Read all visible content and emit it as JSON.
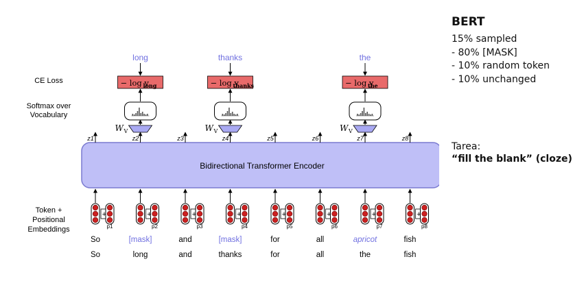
{
  "diagram": {
    "encoder_label": "Bidirectional Transformer Encoder",
    "row_labels": {
      "ce_loss": "CE Loss",
      "softmax": [
        "Softmax over",
        "Vocabulary"
      ],
      "embeddings": [
        "Token +",
        "Positional",
        "Embeddings"
      ]
    },
    "weight_label": "W",
    "weight_subscript": "V",
    "loss_prefix": "− log y",
    "columns": [
      {
        "z": "z1",
        "pos": "p1",
        "input": "So",
        "target": "So",
        "masked": false,
        "italic": false,
        "output": "",
        "loss_sub": ""
      },
      {
        "z": "z2",
        "pos": "p2",
        "input": "[mask]",
        "target": "long",
        "masked": true,
        "italic": false,
        "output": "long",
        "loss_sub": "long"
      },
      {
        "z": "z3",
        "pos": "p3",
        "input": "and",
        "target": "and",
        "masked": false,
        "italic": false,
        "output": "",
        "loss_sub": ""
      },
      {
        "z": "z4",
        "pos": "p4",
        "input": "[mask]",
        "target": "thanks",
        "masked": true,
        "italic": false,
        "output": "thanks",
        "loss_sub": "thanks"
      },
      {
        "z": "z5",
        "pos": "p5",
        "input": "for",
        "target": "for",
        "masked": false,
        "italic": false,
        "output": "",
        "loss_sub": ""
      },
      {
        "z": "z6",
        "pos": "p6",
        "input": "all",
        "target": "all",
        "masked": false,
        "italic": false,
        "output": "",
        "loss_sub": ""
      },
      {
        "z": "z7",
        "pos": "p7",
        "input": "apricot",
        "target": "the",
        "masked": true,
        "italic": true,
        "output": "the",
        "loss_sub": "the"
      },
      {
        "z": "z8",
        "pos": "p8",
        "input": "fish",
        "target": "fish",
        "masked": false,
        "italic": false,
        "output": "",
        "loss_sub": ""
      }
    ]
  },
  "sidebar": {
    "title": "BERT",
    "lines": [
      "15% sampled",
      "- 80% [MASK]",
      "- 10% random token",
      "- 10% unchanged"
    ],
    "task_label": "Tarea:",
    "task_text": "“fill the blank” (cloze)"
  },
  "colors": {
    "encoder_fill": "#bfbff7",
    "encoder_stroke": "#7a7ad0",
    "loss_fill": "#e86a6a",
    "projector_fill": "#a9a9f2",
    "highlight_text": "#7070e0",
    "token_red": "#cc2020"
  }
}
